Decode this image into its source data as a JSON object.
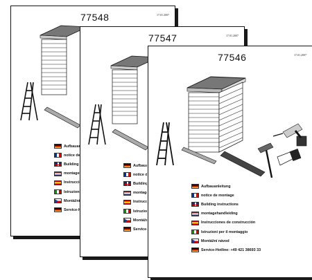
{
  "pages": [
    {
      "number": "77548",
      "date": "17.01.2007",
      "languages": [
        {
          "flag": "de",
          "label": "Aufbauanleitung"
        },
        {
          "flag": "fr",
          "label": "notice de montage"
        },
        {
          "flag": "gb",
          "label": "Building instructions"
        },
        {
          "flag": "nl",
          "label": "montagehandleiding"
        },
        {
          "flag": "es",
          "label": "Instrucciones de construcción"
        },
        {
          "flag": "it",
          "label": "Istruzioni per il montaggio"
        },
        {
          "flag": "cz",
          "label": "Montážní návod"
        },
        {
          "flag": "de",
          "label": "Service-Hotline:"
        }
      ]
    },
    {
      "number": "77547",
      "date": "17.01.2007",
      "languages": [
        {
          "flag": "de",
          "label": "Aufbauanleitung"
        },
        {
          "flag": "fr",
          "label": "notice de montage"
        },
        {
          "flag": "gb",
          "label": "Building instructions"
        },
        {
          "flag": "nl",
          "label": "montagehandleiding"
        },
        {
          "flag": "es",
          "label": "Instrucciones de construcción"
        },
        {
          "flag": "it",
          "label": "Istruzioni per il montaggio"
        },
        {
          "flag": "cz",
          "label": "Montážní návod"
        },
        {
          "flag": "de",
          "label": "Service-Hotline:"
        }
      ]
    },
    {
      "number": "77546",
      "date": "17.01.2007",
      "languages": [
        {
          "flag": "de",
          "label": "Aufbauanleitung"
        },
        {
          "flag": "fr",
          "label": "notice de montage"
        },
        {
          "flag": "gb",
          "label": "Building instructions"
        },
        {
          "flag": "nl",
          "label": "montagehandleiding"
        },
        {
          "flag": "es",
          "label": "Instrucciones de construcción"
        },
        {
          "flag": "it",
          "label": "Istruzioni per il montaggio"
        },
        {
          "flag": "cz",
          "label": "Montážní návod"
        },
        {
          "flag": "de",
          "label": "Service-Hotline: +49 421 38693 33"
        }
      ]
    }
  ]
}
